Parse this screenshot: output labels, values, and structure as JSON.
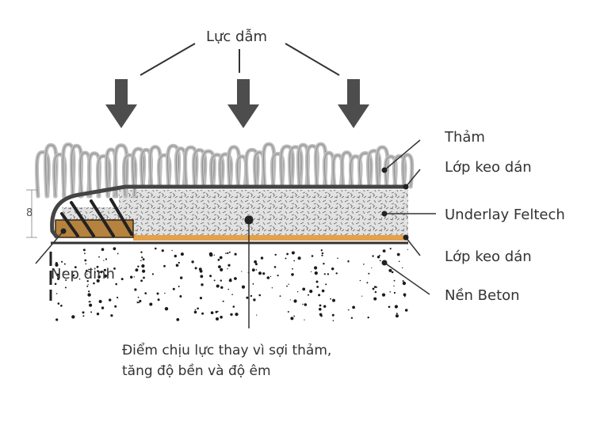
{
  "load_label": "Lực dẫm",
  "height_marker": "8",
  "labels": {
    "carpet": "Thảm",
    "adhesive_top": "Lớp keo dán",
    "underlay": "Underlay Feltech",
    "adhesive_bottom": "Lớp keo dán",
    "concrete": "Nền Beton",
    "gripper": "Nẹp đinh"
  },
  "note": {
    "line1": "Điểm chịu lực thay vì sợi thảm,",
    "line2": "tăng độ bền và độ êm"
  },
  "colors": {
    "arrow": "#4d4d4d",
    "carpet_fiber": "#bdbdbd",
    "underlay": "#e0e0e0",
    "adhesive": "#e3a24a",
    "gripper": "#b5823f",
    "line": "#333333"
  }
}
